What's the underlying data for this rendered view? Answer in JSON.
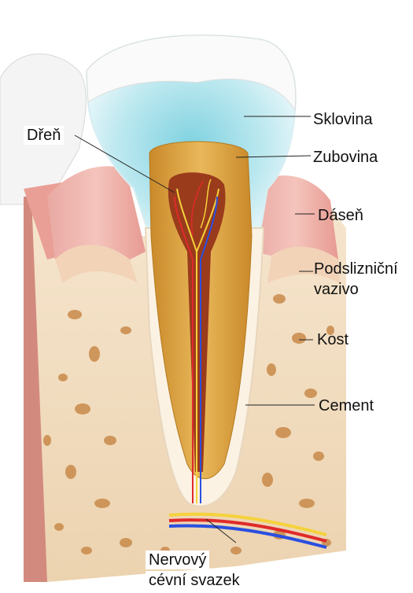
{
  "diagram": {
    "labels": {
      "dren": "Dřeň",
      "sklovina": "Sklovina",
      "zubovina": "Zubovina",
      "dasen": "Dáseň",
      "podslizn_line1": "Podslizniční",
      "podslizn_line2": "vazivo",
      "kost": "Kost",
      "cement": "Cement",
      "nerv_line1": "Nervový",
      "nerv_line2": "cévní svazek"
    }
  }
}
